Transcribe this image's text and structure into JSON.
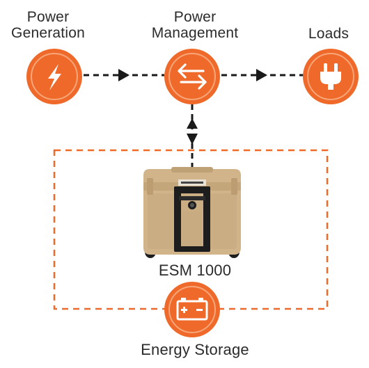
{
  "nodes": {
    "power_generation": {
      "label": "Power\nGeneration",
      "icon": "lightning-bolt-icon"
    },
    "power_management": {
      "label": "Power\nManagement",
      "icon": "bidirectional-arrows-icon"
    },
    "loads": {
      "label": "Loads",
      "icon": "power-plug-icon"
    },
    "energy_storage": {
      "label": "Energy Storage",
      "icon": "battery-icon"
    }
  },
  "device": {
    "label": "ESM 1000",
    "icon": "rugged-case-icon"
  },
  "colors": {
    "accent": "#ef6a2a",
    "accent_ring": "#f7a679",
    "line": "#1a1a1a",
    "case_tan": "#d1b48a",
    "case_dark": "#1d1d1d"
  }
}
